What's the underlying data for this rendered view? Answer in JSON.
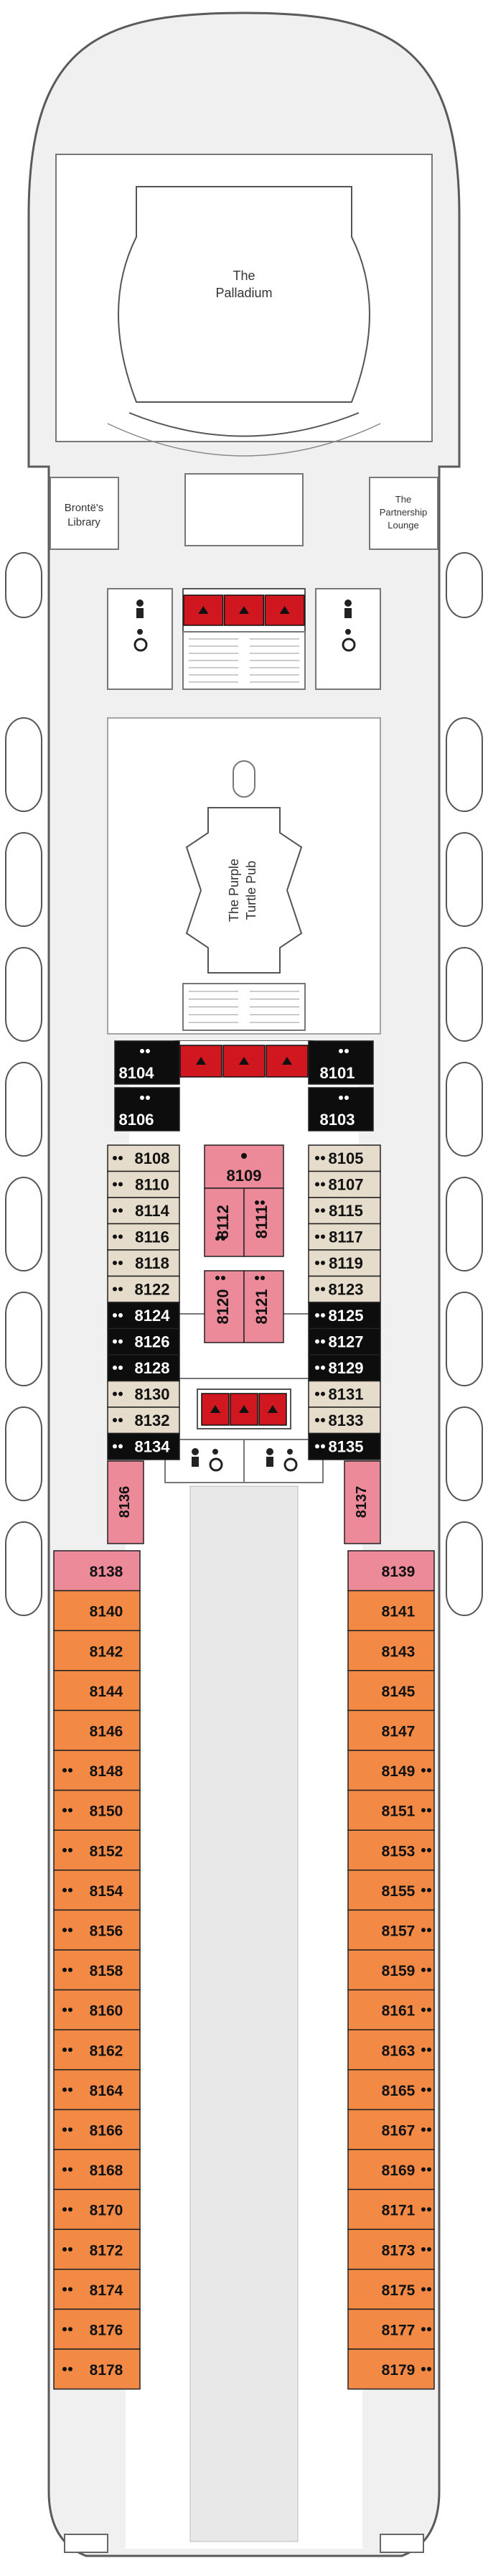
{
  "venues": {
    "palladium_line1": "The",
    "palladium_line2": "Palladium",
    "library_line1": "Brontë's",
    "library_line2": "Library",
    "lounge_line1": "The",
    "lounge_line2": "Partnership",
    "lounge_line3": "Lounge",
    "pub_line1": "The Purple",
    "pub_line2": "Turtle Pub"
  },
  "colors": {
    "hull": "#f0f0f0",
    "outline": "#6a6a6a",
    "black_cabin": "#0d0d0d",
    "beige_cabin": "#e6dccb",
    "pink_cabin": "#ec8a9a",
    "orange_cabin": "#f28a45",
    "lift": "#d0161f"
  },
  "cabins": {
    "top_left": [
      {
        "n": "8104",
        "c": "black"
      },
      {
        "n": "8106",
        "c": "black"
      }
    ],
    "top_right": [
      {
        "n": "8101",
        "c": "black"
      },
      {
        "n": "8103",
        "c": "black"
      }
    ],
    "mid_left": [
      {
        "n": "8108",
        "c": "beige"
      },
      {
        "n": "8110",
        "c": "beige"
      },
      {
        "n": "8114",
        "c": "beige"
      },
      {
        "n": "8116",
        "c": "beige"
      },
      {
        "n": "8118",
        "c": "beige"
      },
      {
        "n": "8122",
        "c": "beige"
      },
      {
        "n": "8124",
        "c": "black"
      },
      {
        "n": "8126",
        "c": "black"
      },
      {
        "n": "8128",
        "c": "black"
      },
      {
        "n": "8130",
        "c": "beige"
      },
      {
        "n": "8132",
        "c": "beige"
      },
      {
        "n": "8134",
        "c": "black"
      }
    ],
    "mid_right": [
      {
        "n": "8105",
        "c": "beige"
      },
      {
        "n": "8107",
        "c": "beige"
      },
      {
        "n": "8115",
        "c": "beige"
      },
      {
        "n": "8117",
        "c": "beige"
      },
      {
        "n": "8119",
        "c": "beige"
      },
      {
        "n": "8123",
        "c": "beige"
      },
      {
        "n": "8125",
        "c": "black"
      },
      {
        "n": "8127",
        "c": "black"
      },
      {
        "n": "8129",
        "c": "black"
      },
      {
        "n": "8131",
        "c": "beige"
      },
      {
        "n": "8133",
        "c": "beige"
      },
      {
        "n": "8135",
        "c": "black"
      }
    ],
    "center": [
      "8109",
      "8112",
      "8111",
      "8120",
      "8121"
    ],
    "side_pink_left": "8136",
    "side_pink_right": "8137",
    "aft_left": [
      "8138",
      "8140",
      "8142",
      "8144",
      "8146",
      "8148",
      "8150",
      "8152",
      "8154",
      "8156",
      "8158",
      "8160",
      "8162",
      "8164",
      "8166",
      "8168",
      "8170",
      "8172",
      "8174",
      "8176",
      "8178"
    ],
    "aft_right": [
      "8139",
      "8141",
      "8143",
      "8145",
      "8147",
      "8149",
      "8151",
      "8153",
      "8155",
      "8157",
      "8159",
      "8161",
      "8163",
      "8165",
      "8167",
      "8169",
      "8171",
      "8173",
      "8175",
      "8177",
      "8179"
    ]
  }
}
